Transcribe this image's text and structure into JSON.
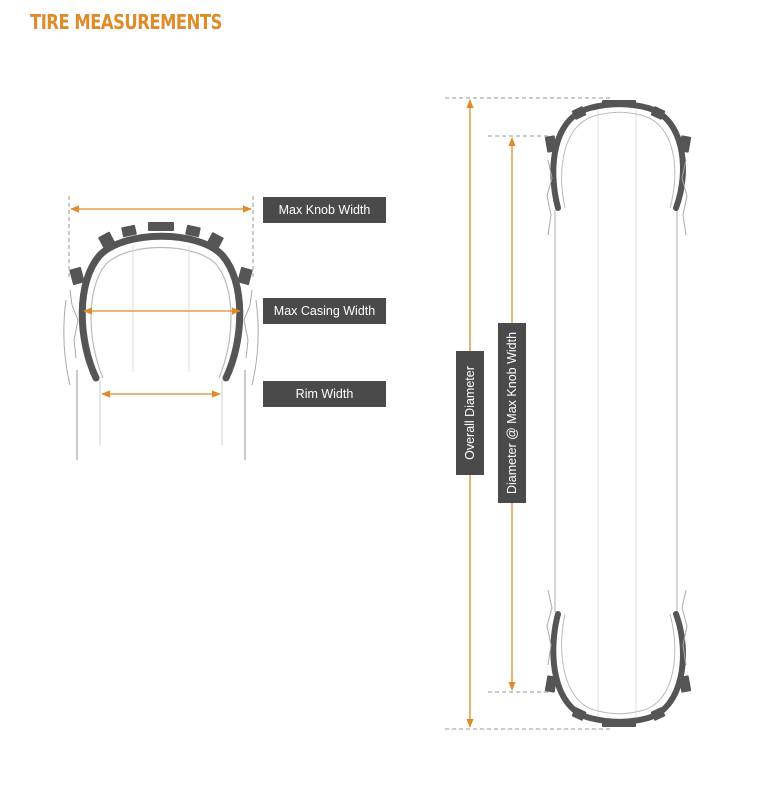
{
  "header": {
    "title": "TIRE MEASUREMENTS"
  },
  "labels": {
    "max_knob_width": "Max Knob Width",
    "max_casing_width": "Max Casing Width",
    "rim_width": "Rim Width",
    "overall_diameter": "Overall Diameter",
    "diameter_at_max_knob_width": "Diameter @ Max Knob Width"
  },
  "colors": {
    "accent": "#E08A2A",
    "label_bg": "#4a4a4a",
    "tire": "#555555",
    "guide": "#999999"
  }
}
